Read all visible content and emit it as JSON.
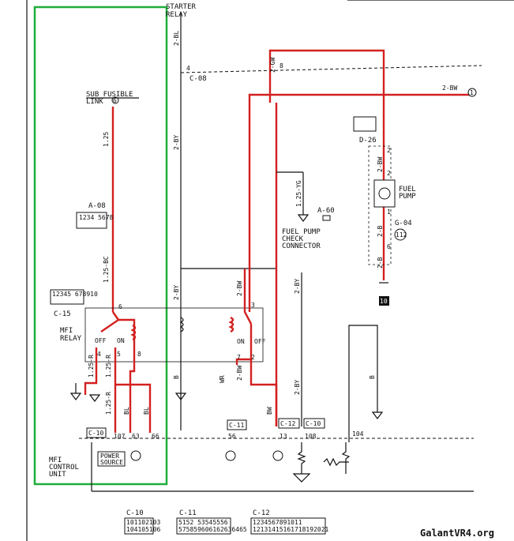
{
  "labels": {
    "starter_relay": [
      "STARTER",
      "RELAY"
    ],
    "sub_fusible_link": [
      "SUB FUSIBLE",
      "LINK"
    ],
    "sub_fusible_link_no": "6",
    "fuel_pump": [
      "FUEL",
      "PUMP"
    ],
    "fuel_pump_check": [
      "FUEL PUMP",
      "CHECK",
      "CONNECTOR"
    ],
    "mfi_relay": [
      "MFI",
      "RELAY"
    ],
    "mfi_control_unit": [
      "MFI",
      "CONTROL",
      "UNIT"
    ],
    "power_source": [
      "POWER",
      "SOURCE"
    ],
    "ground_box": "10",
    "terminal_1": "1"
  },
  "connectors": {
    "c08": "C-08",
    "a08": "A-08",
    "c15": "C-15",
    "a60": "A-60",
    "d26": "D-26",
    "g04": "G-04",
    "c10": "C-10",
    "c11": "C-11",
    "c12": "C-12"
  },
  "wires": {
    "w_2bl": "2-BL",
    "w_2gw": "2-GW",
    "w_2bw": "2-BW",
    "w_2by": "2-BY",
    "w_125yg": "1.25-YG",
    "w_2b": "2-B",
    "w_125r": "1.25-R",
    "w_bl": "BL",
    "w_b": "B",
    "w_wr": "WR",
    "w_bw": "BW",
    "w_125bc": "1.25-BC",
    "w_125": "1.25"
  },
  "pins": {
    "p4": "4",
    "p8": "8",
    "p2": "2",
    "p1": "1",
    "p6": "6",
    "p3": "3",
    "p5": "5",
    "p7": "7",
    "p107": "107",
    "p63": "63",
    "p66": "66",
    "p56": "56",
    "p13": "13",
    "p108": "108",
    "p104": "104",
    "g04_no": "112"
  },
  "relay": {
    "off": "OFF",
    "on": "ON"
  },
  "connector_grids": {
    "a08": "1234 5678",
    "c15": "12345 678910",
    "c10": [
      "101102103",
      "104105106"
    ],
    "c11": [
      "5152 53545556",
      "575859606162636465"
    ],
    "c12": [
      "1234567891011",
      "12131415161718192021"
    ]
  },
  "watermark": "GalantVR4.org"
}
